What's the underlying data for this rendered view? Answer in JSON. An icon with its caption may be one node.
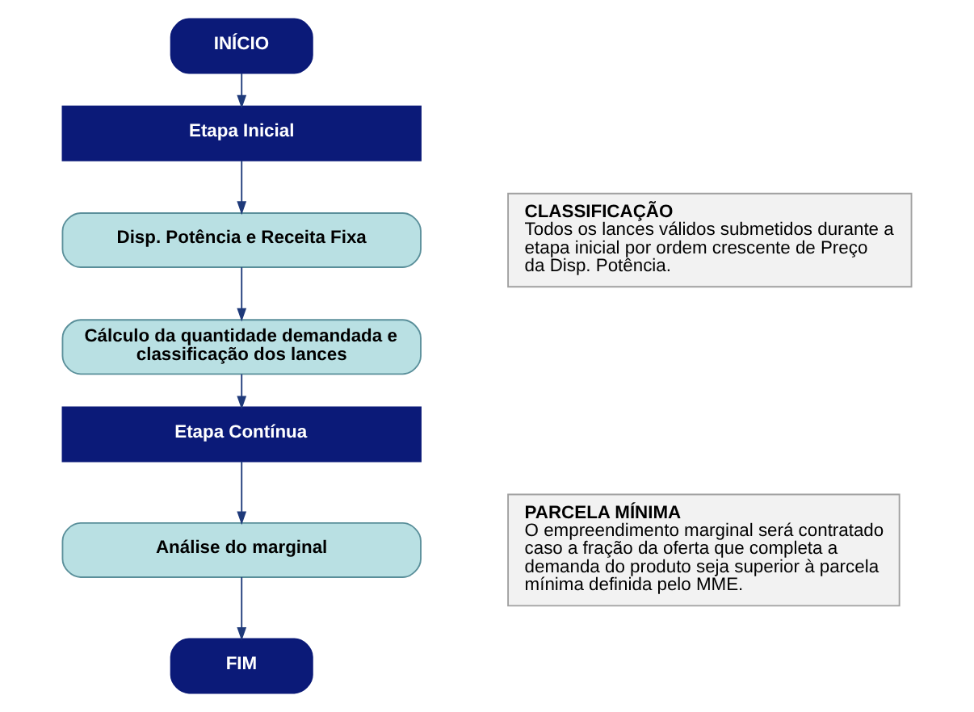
{
  "diagram": {
    "nodes": [
      {
        "text": [
          "INÍCIO"
        ]
      },
      {
        "text": [
          "Etapa Inicial"
        ]
      },
      {
        "text": [
          "Disp. Potência e Receita Fixa"
        ]
      },
      {
        "text": [
          "Cálculo da quantidade demandada e classificação dos lances"
        ]
      },
      {
        "text": [
          "Etapa Contínua"
        ]
      },
      {
        "text": [
          "Análise do marginal"
        ]
      },
      {
        "text": [
          "FIM"
        ]
      },
      {
        "text": [
          "CLASSIFICAÇÃO",
          "Todos os lances válidos submetidos durante a etapa inicial por ordem crescente de Preço da Disp. Potência."
        ]
      },
      {
        "text": [
          "PARCELA MÍNIMA",
          "O empreendimento marginal será contratado caso a fração da oferta que completa a demanda do produto seja superior à parcela mínima definida pelo MME."
        ]
      }
    ],
    "edges": [
      {
        "from": 0,
        "to": 1,
        "arrow": "to"
      },
      {
        "from": 1,
        "to": 2,
        "arrow": "to"
      },
      {
        "from": 2,
        "to": 3,
        "arrow": "to"
      },
      {
        "from": 3,
        "to": 4,
        "arrow": "to"
      },
      {
        "from": 4,
        "to": 5,
        "arrow": "to"
      },
      {
        "from": 5,
        "to": 6,
        "arrow": "to"
      }
    ]
  }
}
